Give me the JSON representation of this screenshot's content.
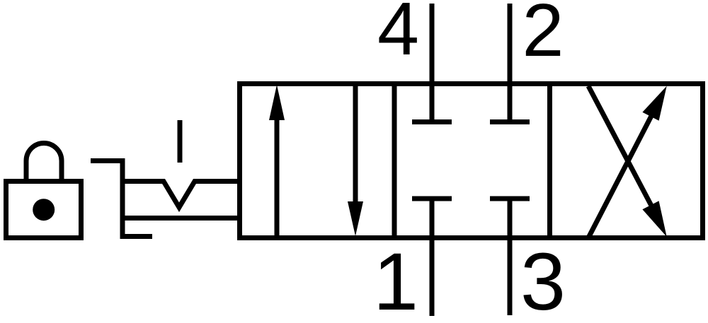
{
  "colors": {
    "line": "#000000",
    "background": "#ffffff"
  },
  "schematic": {
    "kind": "4/3-way directional valve symbol, detented hand lever, lockable with padlock",
    "port_labels": {
      "p4": "4",
      "p2": "2",
      "p1": "1",
      "p3": "3"
    },
    "positions": [
      {
        "name": "position-left",
        "symbol": "parallel flow arrows (up, down)"
      },
      {
        "name": "position-center",
        "symbol": "all ports blocked (closed center)"
      },
      {
        "name": "position-right",
        "symbol": "crossed flow arrows"
      }
    ],
    "actuators": [
      {
        "name": "padlock",
        "meaning": "lockable"
      },
      {
        "name": "hand-lever-with-detent",
        "meaning": "manual lever, detented"
      }
    ]
  }
}
